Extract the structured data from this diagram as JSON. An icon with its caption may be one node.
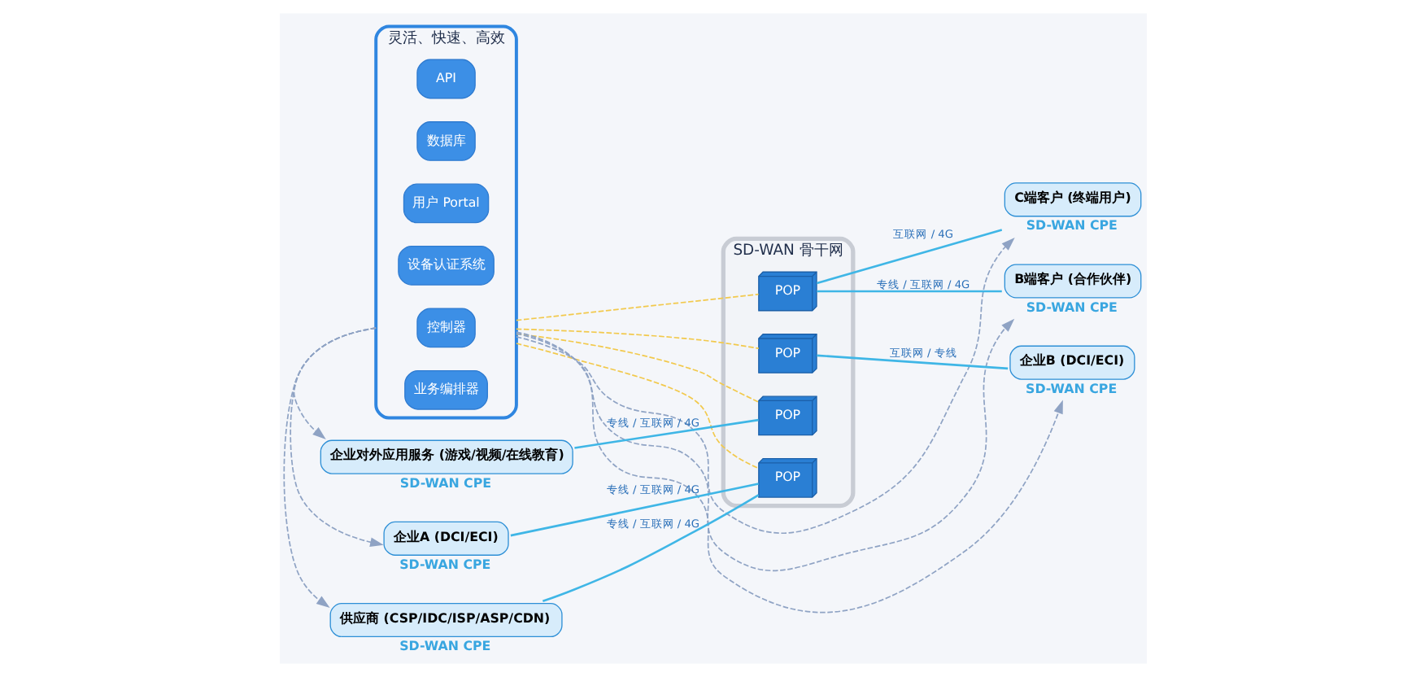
{
  "diagram": {
    "nodes": [
      {
        "text": [
          "灵活、快速、高效"
        ]
      },
      {
        "text": [
          "API"
        ],
        "in": 0
      },
      {
        "text": [
          "数据库"
        ],
        "in": 0
      },
      {
        "text": [
          "用户 Portal"
        ],
        "in": 0
      },
      {
        "text": [
          "设备认证系统"
        ],
        "in": 0
      },
      {
        "text": [
          "控制器"
        ],
        "in": 0
      },
      {
        "text": [
          "业务编排器"
        ],
        "in": 0
      },
      {
        "text": [
          "企业A (DCI/ECI)"
        ],
        "beside": [
          "SD-WAN CPE"
        ]
      },
      {
        "text": [
          "供应商 (CSP/IDC/ISP/ASP/CDN)"
        ],
        "beside": [
          "SD-WAN CPE"
        ]
      },
      {
        "text": [
          "企业对外应用服务 (游戏/视频/在线教育)"
        ],
        "beside": [
          "SD-WAN CPE"
        ]
      },
      {
        "text": [
          "SD-WAN 骨干网"
        ]
      },
      {
        "text": [
          "POP"
        ],
        "in": 10
      },
      {
        "text": [
          "POP"
        ],
        "in": 10
      },
      {
        "text": [
          "POP"
        ],
        "in": 10
      },
      {
        "text": [
          "POP"
        ],
        "in": 10
      },
      {
        "text": [
          "C端客户 (终端用户)"
        ],
        "beside": [
          "SD-WAN CPE"
        ]
      },
      {
        "text": [
          "B端客户 (合作伙伴)"
        ],
        "beside": [
          "SD-WAN CPE"
        ]
      },
      {
        "text": [
          "企业B (DCI/ECI)"
        ],
        "beside": [
          "SD-WAN CPE"
        ]
      }
    ],
    "edges": [
      {
        "from": 7,
        "to": 11,
        "arrow": "none",
        "label": "专线 / 互联网 / 4G"
      },
      {
        "from": 8,
        "to": 11,
        "arrow": "none",
        "label": "专线 / 互联网 / 4G"
      },
      {
        "from": 9,
        "to": 12,
        "arrow": "none",
        "label": "专线 / 互联网 / 4G"
      },
      {
        "from": 13,
        "to": 15,
        "arrow": "none",
        "label": "互联网 / 4G"
      },
      {
        "from": 13,
        "to": 16,
        "arrow": "none",
        "label": "专线 / 互联网 / 4G"
      },
      {
        "from": 14,
        "to": 17,
        "arrow": "none",
        "label": "互联网 / 专线"
      },
      {
        "from": 0,
        "to": 7,
        "arrow": "to",
        "style": "dashed",
        "color": "#8fa3c4"
      },
      {
        "from": 0,
        "to": 8,
        "arrow": "to",
        "style": "dashed",
        "color": "#8fa3c4"
      },
      {
        "from": 0,
        "to": 9,
        "arrow": "to",
        "style": "dashed",
        "color": "#8fa3c4"
      },
      {
        "from": 0,
        "to": 15,
        "arrow": "to",
        "style": "dashed",
        "color": "#8fa3c4"
      },
      {
        "from": 0,
        "to": 16,
        "arrow": "to",
        "style": "dashed",
        "color": "#8fa3c4"
      },
      {
        "from": 0,
        "to": 17,
        "arrow": "to",
        "style": "dashed",
        "color": "#8fa3c4"
      },
      {
        "from": 0,
        "to": 11,
        "arrow": "none",
        "style": "dashed",
        "color": "#f2c94c"
      },
      {
        "from": 0,
        "to": 12,
        "arrow": "none",
        "style": "dashed",
        "color": "#f2c94c"
      },
      {
        "from": 0,
        "to": 13,
        "arrow": "none",
        "style": "dashed",
        "color": "#f2c94c"
      },
      {
        "from": 0,
        "to": 14,
        "arrow": "none",
        "style": "dashed",
        "color": "#f2c94c"
      }
    ]
  }
}
